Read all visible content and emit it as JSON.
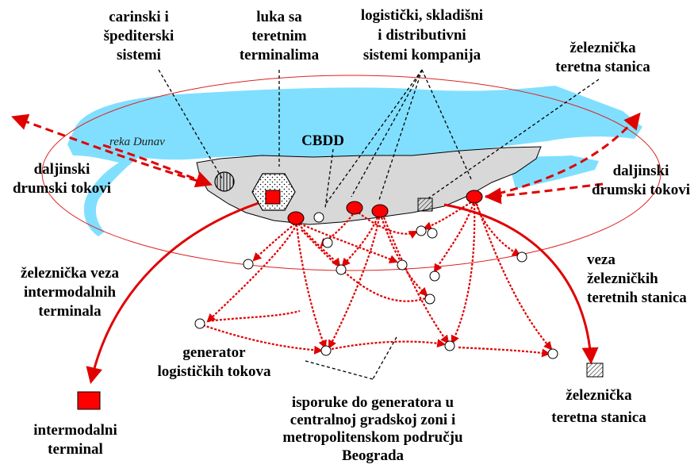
{
  "labels": {
    "customs": [
      "carinski i",
      "špediterski",
      "sistemi"
    ],
    "port": [
      "luka sa",
      "teretnim",
      "terminalima"
    ],
    "logistics": [
      "logistički, skladišni",
      "i distributivni",
      "sistemi kompanija"
    ],
    "rail_station_top": [
      "železnička",
      "teretna stanica"
    ],
    "river": "reka Dunav",
    "cbdd": "CBDD",
    "long_road_left": [
      "daljinski",
      "drumski tokovi"
    ],
    "long_road_right": [
      "daljinski",
      "drumski tokovi"
    ],
    "rail_link_intermodal": [
      "železnička veza",
      "intermodalnih",
      "terminala"
    ],
    "rail_link_stations": [
      "veza",
      "železničkih",
      "teretnih stanica"
    ],
    "generator": [
      "generator",
      "logističkih tokova"
    ],
    "deliveries": [
      "isporuke do generatora u",
      "centralnoj gradskoj zoni i",
      "metropolitenskom području",
      "Beograda"
    ],
    "rail_station_bottom": [
      "železnička",
      "teretna stanica"
    ],
    "intermodal_terminal": [
      "intermodalni",
      "terminal"
    ]
  },
  "colors": {
    "river": "#80dfff",
    "ellipse": "#dd2222",
    "flow": "#e00000",
    "cbdd_fill": "#d8d8d8",
    "terminal": "#ff0000"
  }
}
